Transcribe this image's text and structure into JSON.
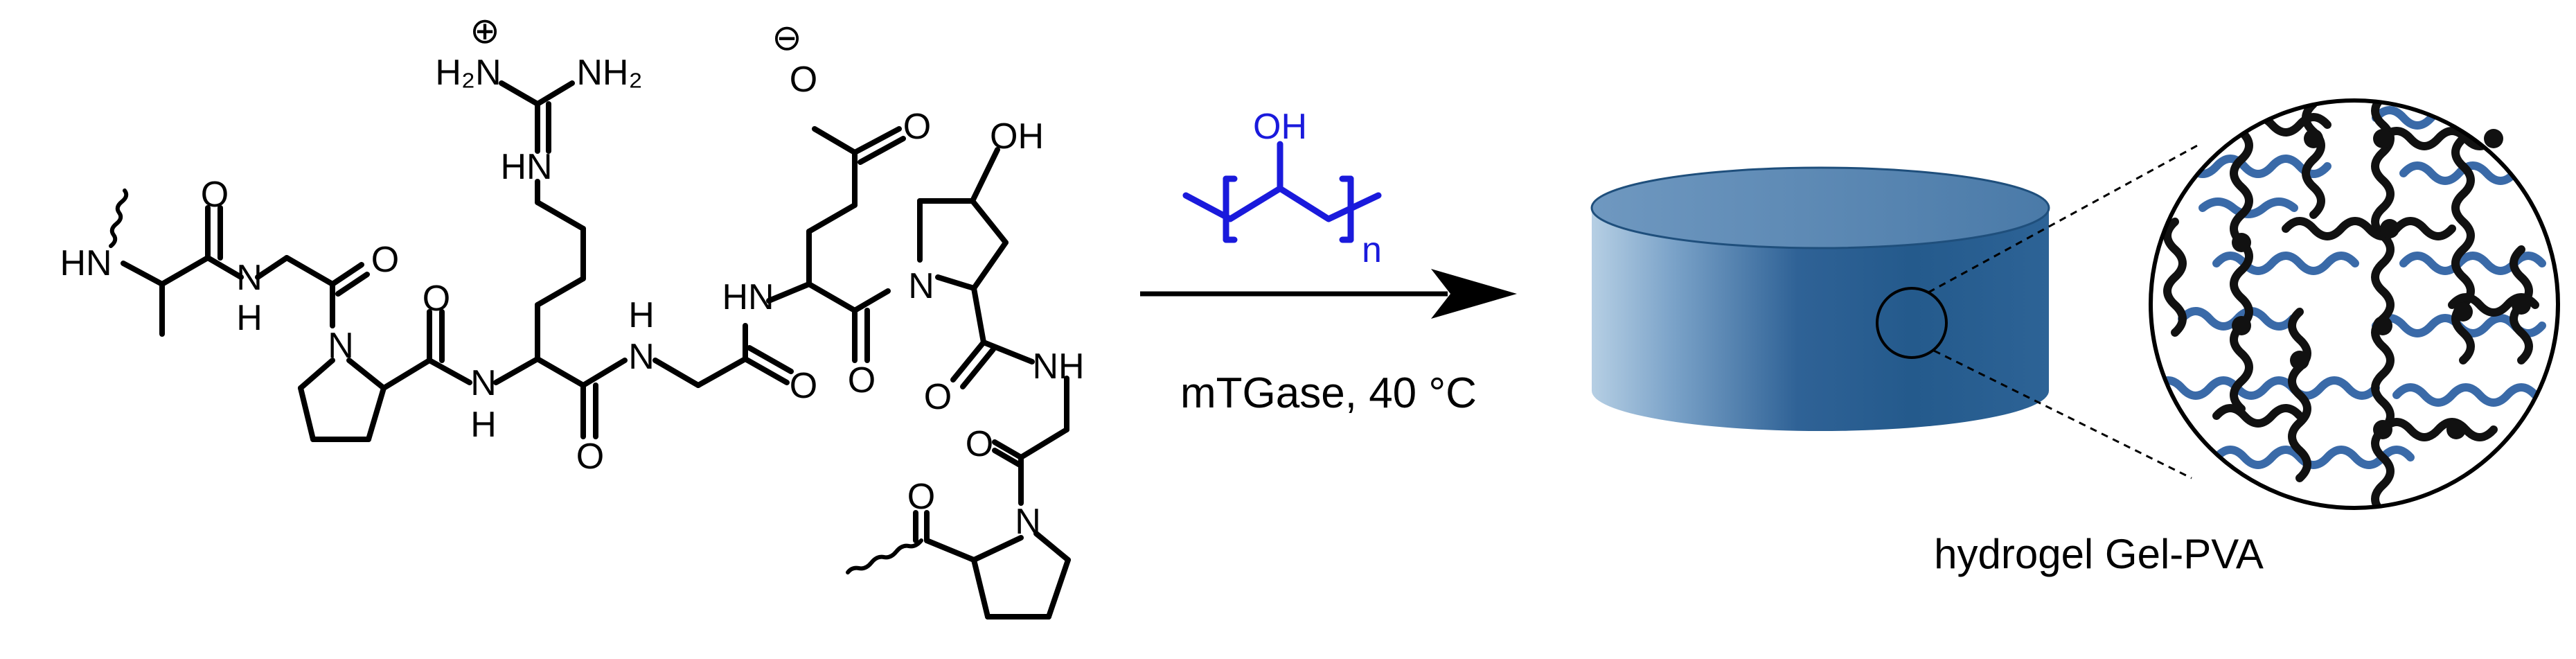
{
  "molecule": {
    "atoms": {
      "hn_alanine": "HN",
      "nh_gly1_a": "N",
      "nh_gly1_b": "H",
      "o_gly1": "O",
      "n_pro1": "N",
      "o_pro1": "O",
      "nh_arg_a": "N",
      "nh_arg_b": "H",
      "o_arg": "O",
      "hn_arg_side": "HN",
      "h2n_guan": "H₂N",
      "nh2_guan": "NH₂",
      "plus_charge": "⊕",
      "h_gly2": "H",
      "n_gly2": "N",
      "o_gly2": "O",
      "hn_glu": "HN",
      "o_glu": "O",
      "o_carboxylate_single": "O",
      "o_carboxylate_double": "O",
      "minus_charge": "⊖",
      "n_hyp": "N",
      "oh_hyp": "OH",
      "o_hyp": "O",
      "nh_gly3": "NH",
      "o_gly3": "O",
      "n_pro2": "N",
      "o_pro2": "O"
    }
  },
  "reagent": {
    "oh_label": "OH",
    "subscript_n": "n",
    "color": "#1a1adc"
  },
  "reaction": {
    "condition": "mTGase, 40 °C"
  },
  "product": {
    "caption": "hydrogel Gel-PVA",
    "cylinder_color": "#2a5e8e",
    "strand_blue": "#3a6aa8",
    "strand_black": "#111111"
  }
}
